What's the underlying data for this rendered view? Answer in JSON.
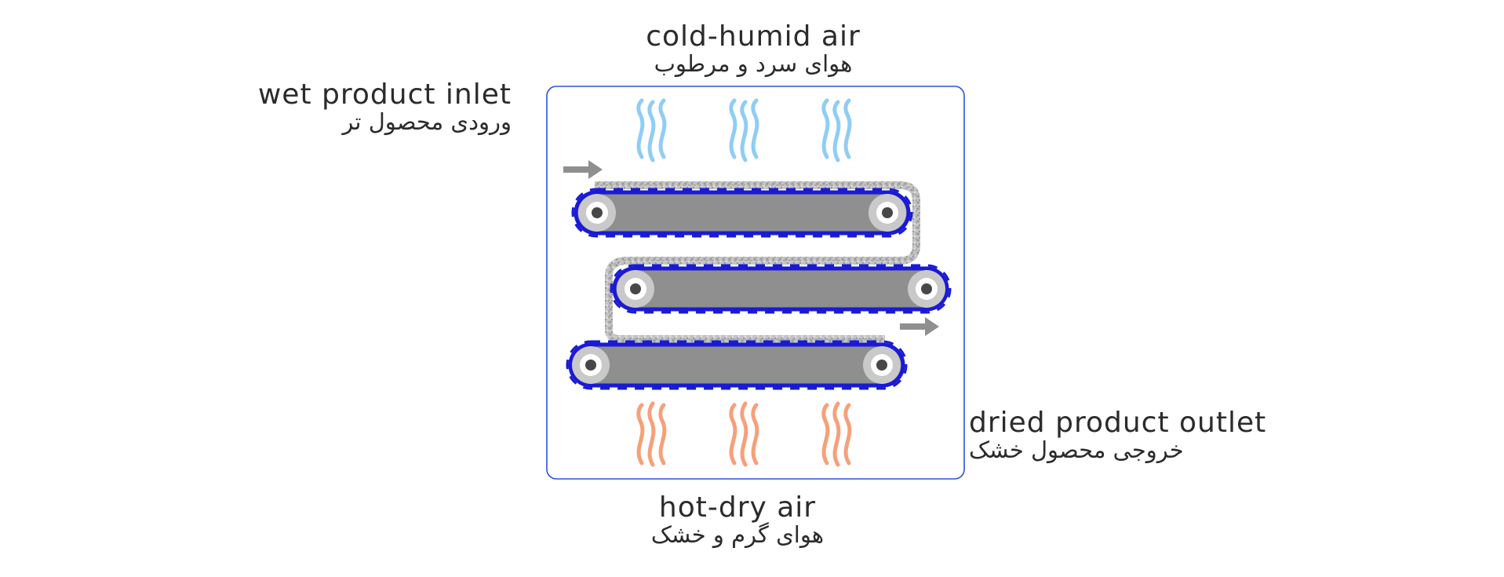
{
  "labels": {
    "top": {
      "en": "cold-humid air",
      "fa": "هوای سرد و مرطوب"
    },
    "left": {
      "en": "wet product inlet",
      "fa": "ورودی محصول تر"
    },
    "right": {
      "en": "dried product outlet",
      "fa": "خروجی محصول خشک"
    },
    "bottom": {
      "en": "hot-dry air",
      "fa": "هوای گرم و خشک"
    }
  },
  "colors": {
    "frame": "#2a52d8",
    "belt": "#1a1ad6",
    "conveyor_body": "#8f8f8f",
    "roller_outer": "#c9c9c9",
    "roller_hub": "#474747",
    "product": "#b8b8b8",
    "arrow": "#8f8f8f",
    "cold_air": "#8fcdf5",
    "hot_air": "#f6a07a"
  },
  "icons": {
    "cold_air": "vapor-wave-icon",
    "hot_air": "heat-flame-icon",
    "flow": "arrow-right-icon"
  }
}
